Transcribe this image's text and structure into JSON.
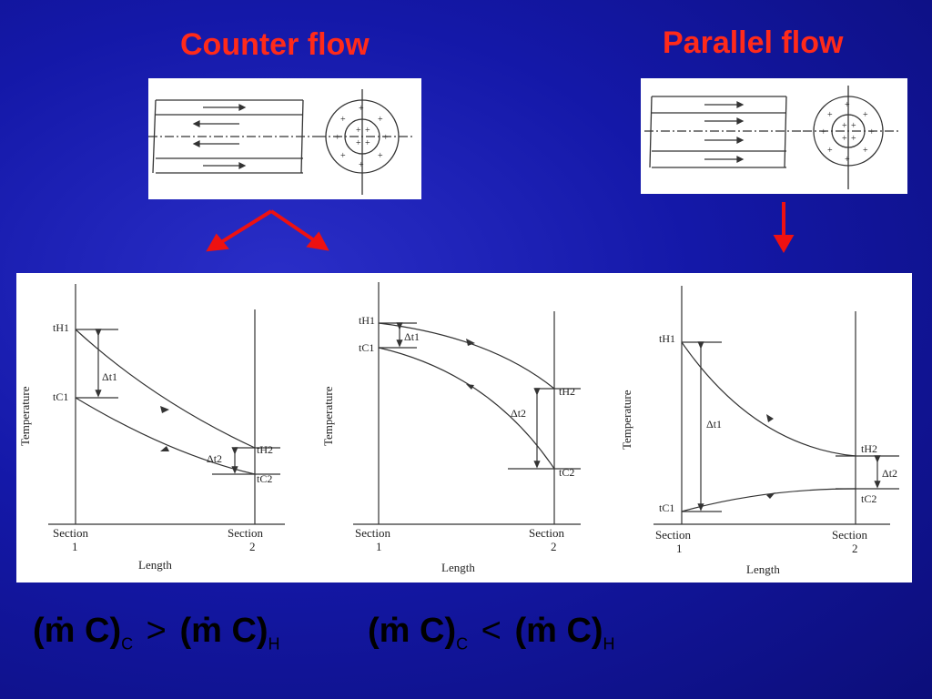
{
  "titles": {
    "counter": "Counter flow",
    "parallel": "Parallel flow"
  },
  "axis": {
    "ylabel": "Temperature",
    "xlabel": "Length",
    "section1": "Section",
    "section1_num": "1",
    "section2": "Section",
    "section2_num": "2"
  },
  "labels": {
    "tH1": "tH1",
    "tC1": "tC1",
    "tH2": "tH2",
    "tC2": "tC2",
    "dt1": "Δt1",
    "dt2": "Δt2"
  },
  "equations": {
    "left": {
      "lhs": "(ṁ C)",
      "lhs_sub": "C",
      "op": ">",
      "rhs": "(ṁ C)",
      "rhs_sub": "H"
    },
    "right": {
      "lhs": "(ṁ C)",
      "lhs_sub": "C",
      "op": "<",
      "rhs": "(ṁ C)",
      "rhs_sub": "H"
    }
  },
  "colors": {
    "title": "#ff2a1a",
    "arrow": "#ee1111",
    "background": "#1418a8"
  }
}
